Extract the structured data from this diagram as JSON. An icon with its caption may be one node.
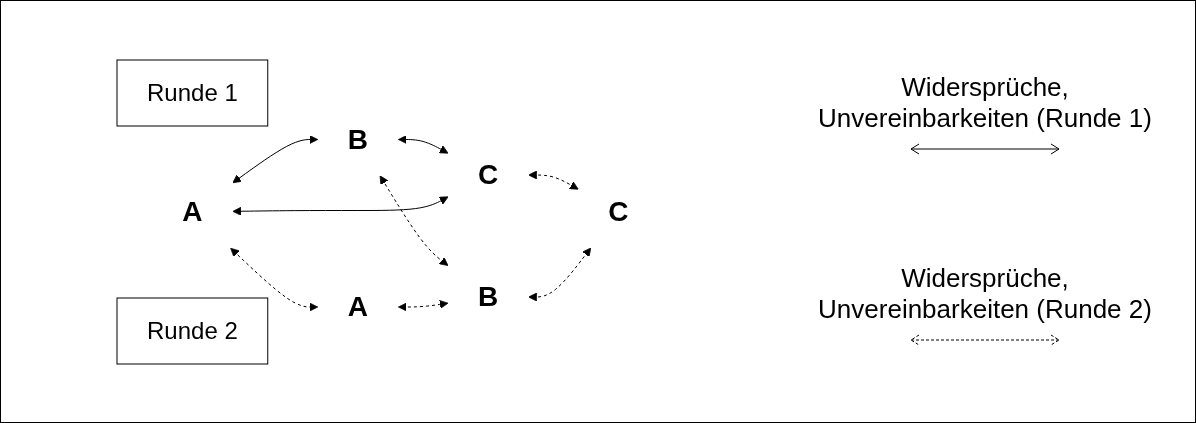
{
  "diagram": {
    "nodes": [
      {
        "text": [
          "Runde 1"
        ]
      },
      {
        "text": [
          "A"
        ]
      },
      {
        "text": [
          "B"
        ]
      },
      {
        "text": [
          "C"
        ]
      },
      {
        "text": [
          "Runde 2"
        ]
      },
      {
        "text": [
          "A"
        ]
      },
      {
        "text": [
          "B"
        ]
      },
      {
        "text": [
          "C"
        ]
      }
    ],
    "edges": [
      {
        "from": 1,
        "to": 2,
        "arrow": "both"
      },
      {
        "from": 2,
        "to": 3,
        "arrow": "both"
      },
      {
        "from": 1,
        "to": 3,
        "arrow": "both"
      },
      {
        "from": 1,
        "to": 5,
        "arrow": "both",
        "style": "dashed"
      },
      {
        "from": 2,
        "to": 6,
        "arrow": "both",
        "style": "dashed"
      },
      {
        "from": 3,
        "to": 7,
        "arrow": "both",
        "style": "dashed"
      },
      {
        "from": 5,
        "to": 6,
        "arrow": "both",
        "style": "dashed"
      },
      {
        "from": 6,
        "to": 7,
        "arrow": "both",
        "style": "dashed"
      }
    ],
    "legend": [
      {
        "text": "Widersprüche, Unvereinbarkeiten (Runde 1)"
      },
      {
        "text": "Widersprüche, Unvereinbarkeiten (Runde 2)"
      }
    ]
  }
}
